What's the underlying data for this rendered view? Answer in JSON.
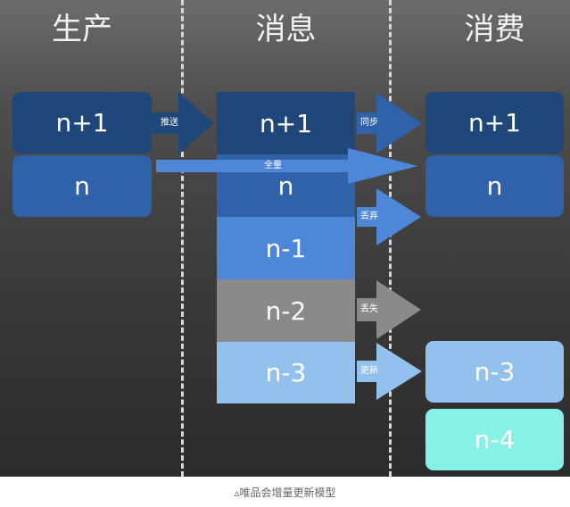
{
  "columns": {
    "producer": "生产",
    "message": "消息",
    "consumer": "消费"
  },
  "producer_blocks": [
    "n+1",
    "n"
  ],
  "message_blocks": [
    "n+1",
    "n",
    "n-1",
    "n-2",
    "n-3"
  ],
  "consumer_blocks": [
    "n+1",
    "n",
    "n-3",
    "n-4"
  ],
  "arrow_labels": {
    "push": "推送",
    "full": "全量",
    "sync": "同步",
    "discard": "丢弃",
    "lost": "丢失",
    "update": "更新"
  },
  "caption": "唯品会增量更新模型",
  "colors": {
    "dark_blue": "#1f477a",
    "mid_blue": "#2f62a8",
    "light_blue": "#4e87d8",
    "gray": "#8a8a8a",
    "pale_blue": "#93c1ee",
    "cyan": "#86f1e6"
  }
}
